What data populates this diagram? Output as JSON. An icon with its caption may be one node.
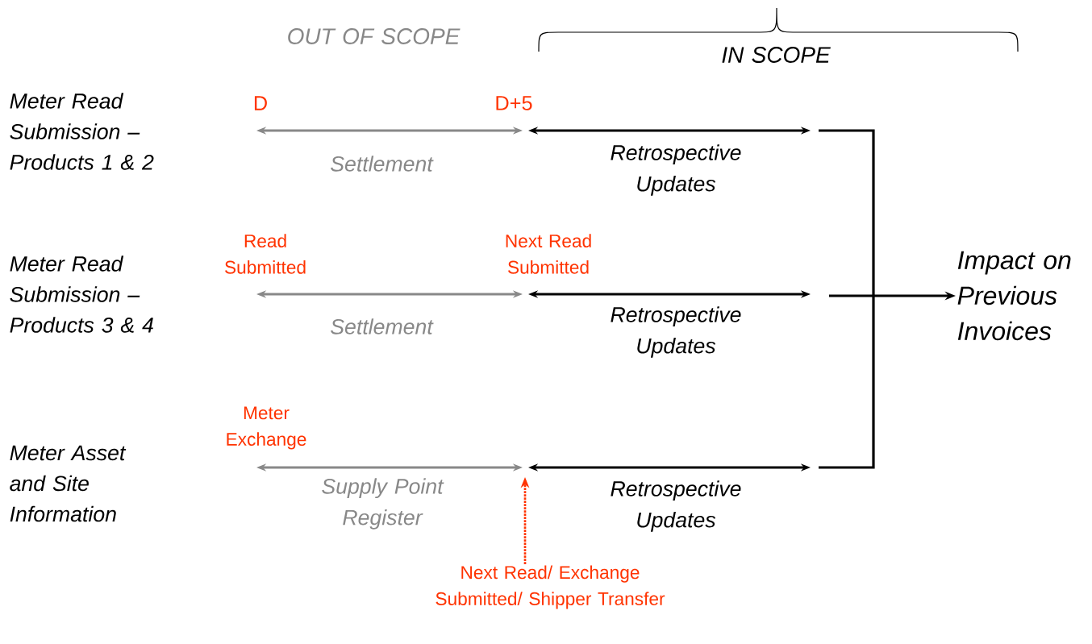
{
  "diagram": {
    "nodes": [
      {
        "text": [
          "Meter Read Submission – Products 1 & 2"
        ]
      },
      {
        "text": [
          "Meter Read Submission – Products 3 & 4"
        ]
      },
      {
        "text": [
          "Meter Asset and Site Information"
        ]
      },
      {
        "text": [
          "Impact on Previous Invoices"
        ]
      },
      {
        "text": [
          "Next Read/ Exchange Submitted/ Shipper Transfer"
        ]
      }
    ],
    "edges": [
      {
        "from": null,
        "to": 3,
        "arrow": "to"
      },
      {
        "from": 4,
        "to": null,
        "arrow": "to",
        "style": "dashed",
        "color": "#ff3300"
      }
    ],
    "labels": [
      "OUT OF SCOPE",
      "IN SCOPE",
      "D",
      "D+5",
      "Settlement",
      "Retrospective Updates",
      "Read Submitted",
      "Next Read Submitted",
      "Settlement",
      "Retrospective Updates",
      "Meter Exchange",
      "Supply Point Register",
      "Retrospective Updates"
    ]
  }
}
